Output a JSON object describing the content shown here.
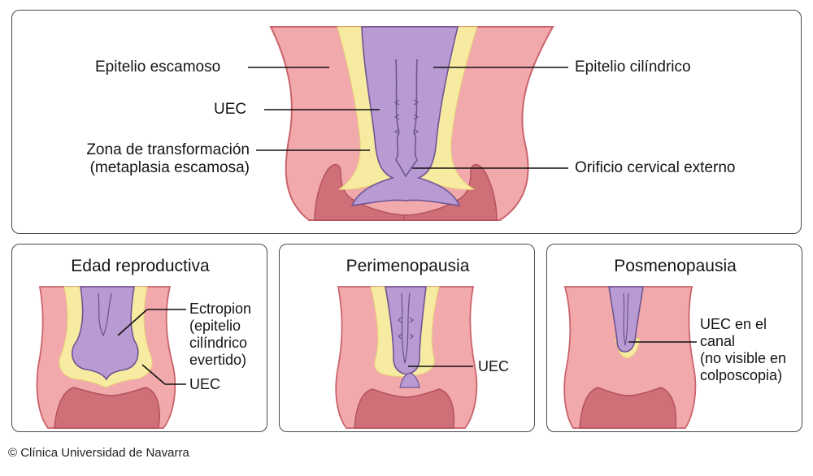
{
  "main": {
    "labels": {
      "squamous": "Epitelio escamoso",
      "uec": "UEC",
      "transformation_zone": "Zona de transformación\n(metaplasia escamosa)",
      "columnar": "Epitelio cilíndrico",
      "external_os": "Orificio cervical externo"
    }
  },
  "panels": {
    "reproductive": {
      "title": "Edad reproductiva",
      "ectropion": "Ectropion\n(epitelio\ncilíndrico\nevertido)",
      "uec": "UEC"
    },
    "perimenopause": {
      "title": "Perimenopausia",
      "uec": "UEC"
    },
    "postmenopause": {
      "title": "Posmenopausia",
      "uec_canal": "UEC en el\ncanal\n(no visible en\ncolposcopia)"
    }
  },
  "footer": {
    "copyright": "© Clínica Universidad de Navarra"
  },
  "colors": {
    "squamous": "#f2a9ac",
    "squamous_outline": "#c9636b",
    "vaginal_wall": "#cf6f78",
    "transformation_zone": "#f7eba1",
    "columnar": "#b89bd3",
    "columnar_outline": "#6e5593",
    "leader": "#111111"
  }
}
